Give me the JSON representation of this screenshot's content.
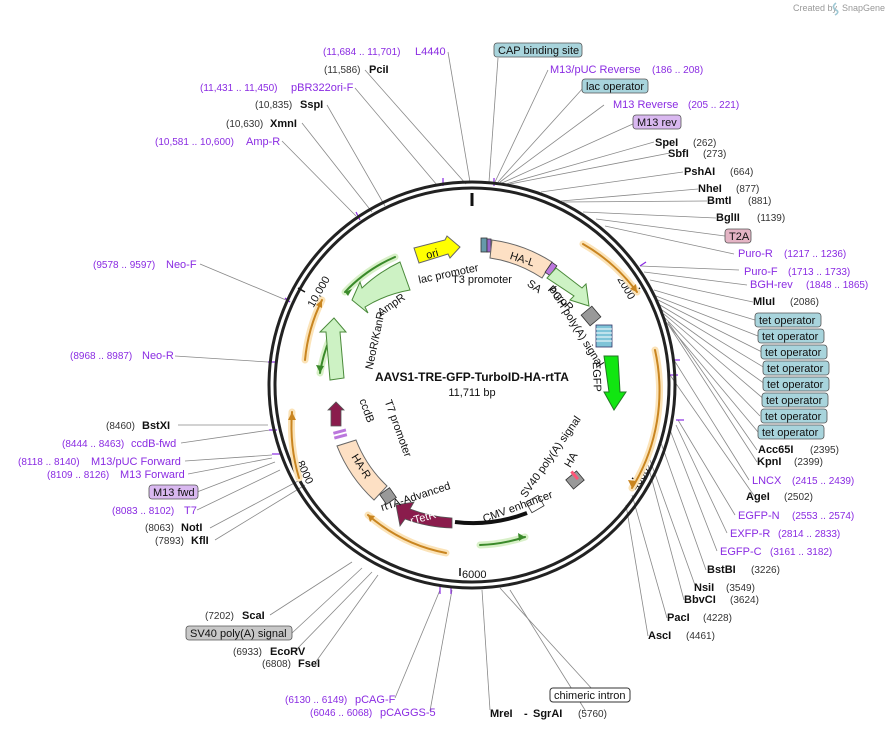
{
  "credit": {
    "text": "Created by",
    "brand": "SnapGene"
  },
  "plasmid": {
    "name": "AAVS1-TRE-GFP-TurboID-HA-rtTA",
    "length": "11,711 bp"
  },
  "ticks": [
    "2000",
    "4000",
    "6000",
    "8000",
    "10,000"
  ],
  "enzymes_right": [
    {
      "name": "SpeI",
      "pos": "(262)"
    },
    {
      "name": "SbfI",
      "pos": "(273)"
    },
    {
      "name": "PshAI",
      "pos": "(664)"
    },
    {
      "name": "NheI",
      "pos": "(877)"
    },
    {
      "name": "BmtI",
      "pos": "(881)"
    },
    {
      "name": "BglII",
      "pos": "(1139)"
    },
    {
      "name": "MluI",
      "pos": "(2086)"
    },
    {
      "name": "Acc65I",
      "pos": "(2395)"
    },
    {
      "name": "KpnI",
      "pos": "(2399)"
    },
    {
      "name": "AgeI",
      "pos": "(2502)"
    },
    {
      "name": "BstBI",
      "pos": "(3226)"
    },
    {
      "name": "NsiI",
      "pos": "(3549)"
    },
    {
      "name": "BbvCI",
      "pos": "(3624)"
    },
    {
      "name": "PacI",
      "pos": "(4228)"
    },
    {
      "name": "AscI",
      "pos": "(4461)"
    }
  ],
  "enzymes_left": [
    {
      "name": "PciI",
      "pos": "(11,586)"
    },
    {
      "name": "SspI",
      "pos": "(10,835)"
    },
    {
      "name": "XmnI",
      "pos": "(10,630)"
    },
    {
      "name": "BstXI",
      "pos": "(8460)"
    },
    {
      "name": "NotI",
      "pos": "(8063)"
    },
    {
      "name": "KflI",
      "pos": "(7893)"
    },
    {
      "name": "ScaI",
      "pos": "(7202)"
    },
    {
      "name": "EcoRV",
      "pos": "(6933)"
    },
    {
      "name": "FseI",
      "pos": "(6808)"
    }
  ],
  "enzyme_bottom": {
    "name1": "MreI",
    "sep": "-",
    "name2": "SgrAI",
    "pos": "(5760)"
  },
  "primers_right": [
    {
      "name": "M13/pUC Reverse",
      "pos": "(186 .. 208)"
    },
    {
      "name": "M13 Reverse",
      "pos": "(205 .. 221)"
    },
    {
      "name": "Puro-R",
      "pos": "(1217 .. 1236)"
    },
    {
      "name": "Puro-F",
      "pos": "(1713 .. 1733)"
    },
    {
      "name": "BGH-rev",
      "pos": "(1848 .. 1865)"
    },
    {
      "name": "LNCX",
      "pos": "(2415 .. 2439)"
    },
    {
      "name": "EGFP-N",
      "pos": "(2553 .. 2574)"
    },
    {
      "name": "EXFP-R",
      "pos": "(2814 .. 2833)"
    },
    {
      "name": "EGFP-C",
      "pos": "(3161 .. 3182)"
    }
  ],
  "primers_left": [
    {
      "name": "L4440",
      "pos": "(11,684 .. 11,701)"
    },
    {
      "name": "pBR322ori-F",
      "pos": "(11,431 .. 11,450)"
    },
    {
      "name": "Amp-R",
      "pos": "(10,581 .. 10,600)"
    },
    {
      "name": "Neo-F",
      "pos": "(9578 .. 9597)"
    },
    {
      "name": "Neo-R",
      "pos": "(8968 .. 8987)"
    },
    {
      "name": "ccdB-fwd",
      "pos": "(8444 .. 8463)"
    },
    {
      "name": "M13/pUC Forward",
      "pos": "(8118 .. 8140)"
    },
    {
      "name": "M13 Forward",
      "pos": "(8109 .. 8126)"
    },
    {
      "name": "T7",
      "pos": "(8083 .. 8102)"
    },
    {
      "name": "pCAG-F",
      "pos": "(6130 .. 6149)"
    },
    {
      "name": "pCAGGS-5",
      "pos": "(6046 .. 6068)"
    }
  ],
  "boxed_labels": {
    "cap_binding_site": "CAP binding site",
    "lac_operator": "lac operator",
    "m13_rev": "M13 rev",
    "t2a": "T2A",
    "tet_operator": "tet operator",
    "m13_fwd": "M13 fwd",
    "sv40_polya_signal": "SV40 poly(A) signal",
    "chimeric_intron": "chimeric intron"
  },
  "features": {
    "ori": "ori",
    "lac_promoter": "lac promoter",
    "t3_promoter": "T3 promoter",
    "ha_l": "HA-L",
    "sa": "SA",
    "puror": "PuroR",
    "bgh": "bGH poly(A) signal",
    "egfp": "EGFP",
    "sv40": "SV40 poly(A) signal",
    "ha": "HA",
    "cmv": "CMV enhancer",
    "rtta": "rtTA-Advanced",
    "rtetr": "rTetR",
    "ha_r": "HA-R",
    "t7_promoter": "T7 promoter",
    "ccdb": "ccdB",
    "neor": "NeoR/KanR",
    "ampr": "AmpR"
  },
  "colors": {
    "primer": "#8a2be2",
    "boxed_blue": "#a8d4dc",
    "boxed_purple": "#d9b8f0",
    "boxed_pink": "#e4b4c4",
    "boxed_gray": "#c8c8c8",
    "ori": "#ffff00",
    "ha_arm": "#fde0c4",
    "ampr": "#cdf2c4",
    "egfp": "#11e611",
    "rtetr": "#8a1c4c",
    "orange_arc": "#e8a040"
  }
}
